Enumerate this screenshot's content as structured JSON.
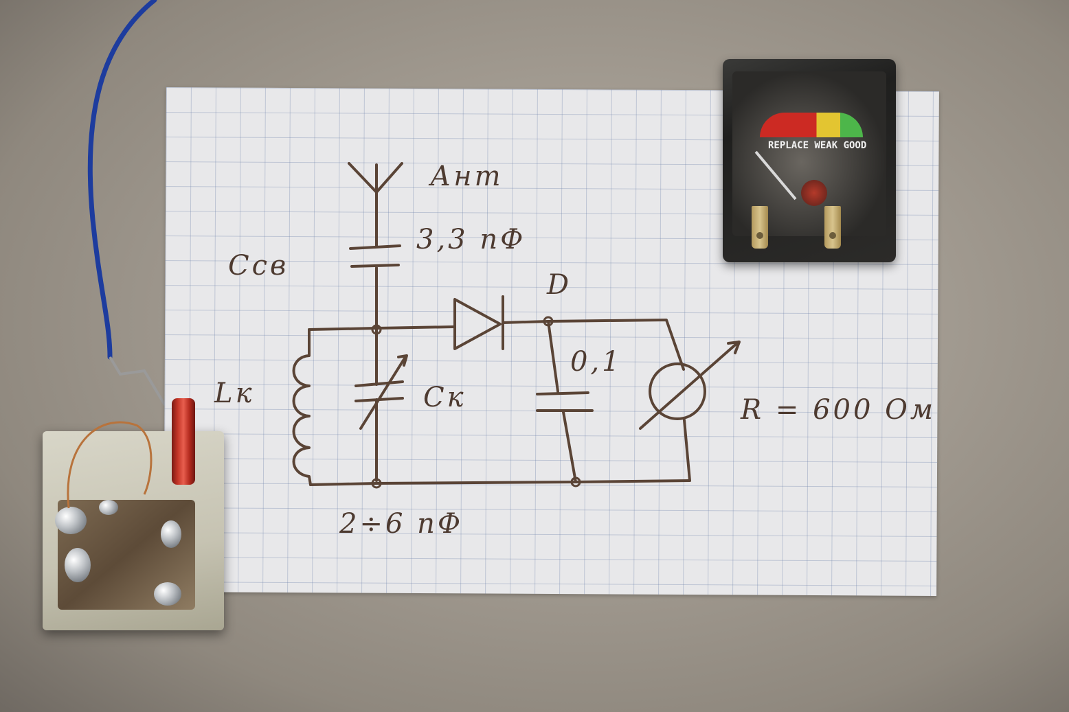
{
  "schematic": {
    "antenna_label": "Ант",
    "coupling_capacitor_value": "3,3 пФ",
    "coupling_capacitor_name": "Ссв",
    "diode_name": "D",
    "inductor_name": "Lк",
    "variable_capacitor_name": "Ск",
    "filter_capacitor_value": "0,1",
    "meter_resistance": "R = 600 Ом",
    "variable_capacitor_range": "2÷6 пФ"
  },
  "meter": {
    "scale_text": "REPLACE WEAK GOOD",
    "zones": [
      {
        "name": "replace",
        "color": "#cc2a23"
      },
      {
        "name": "weak",
        "color": "#e3c531"
      },
      {
        "name": "good",
        "color": "#4db64a"
      }
    ]
  },
  "colors": {
    "ink": "#5a4436",
    "paper": "#e8e8ea",
    "wire": "#1d3c9e",
    "coil_form": "#c23426"
  }
}
